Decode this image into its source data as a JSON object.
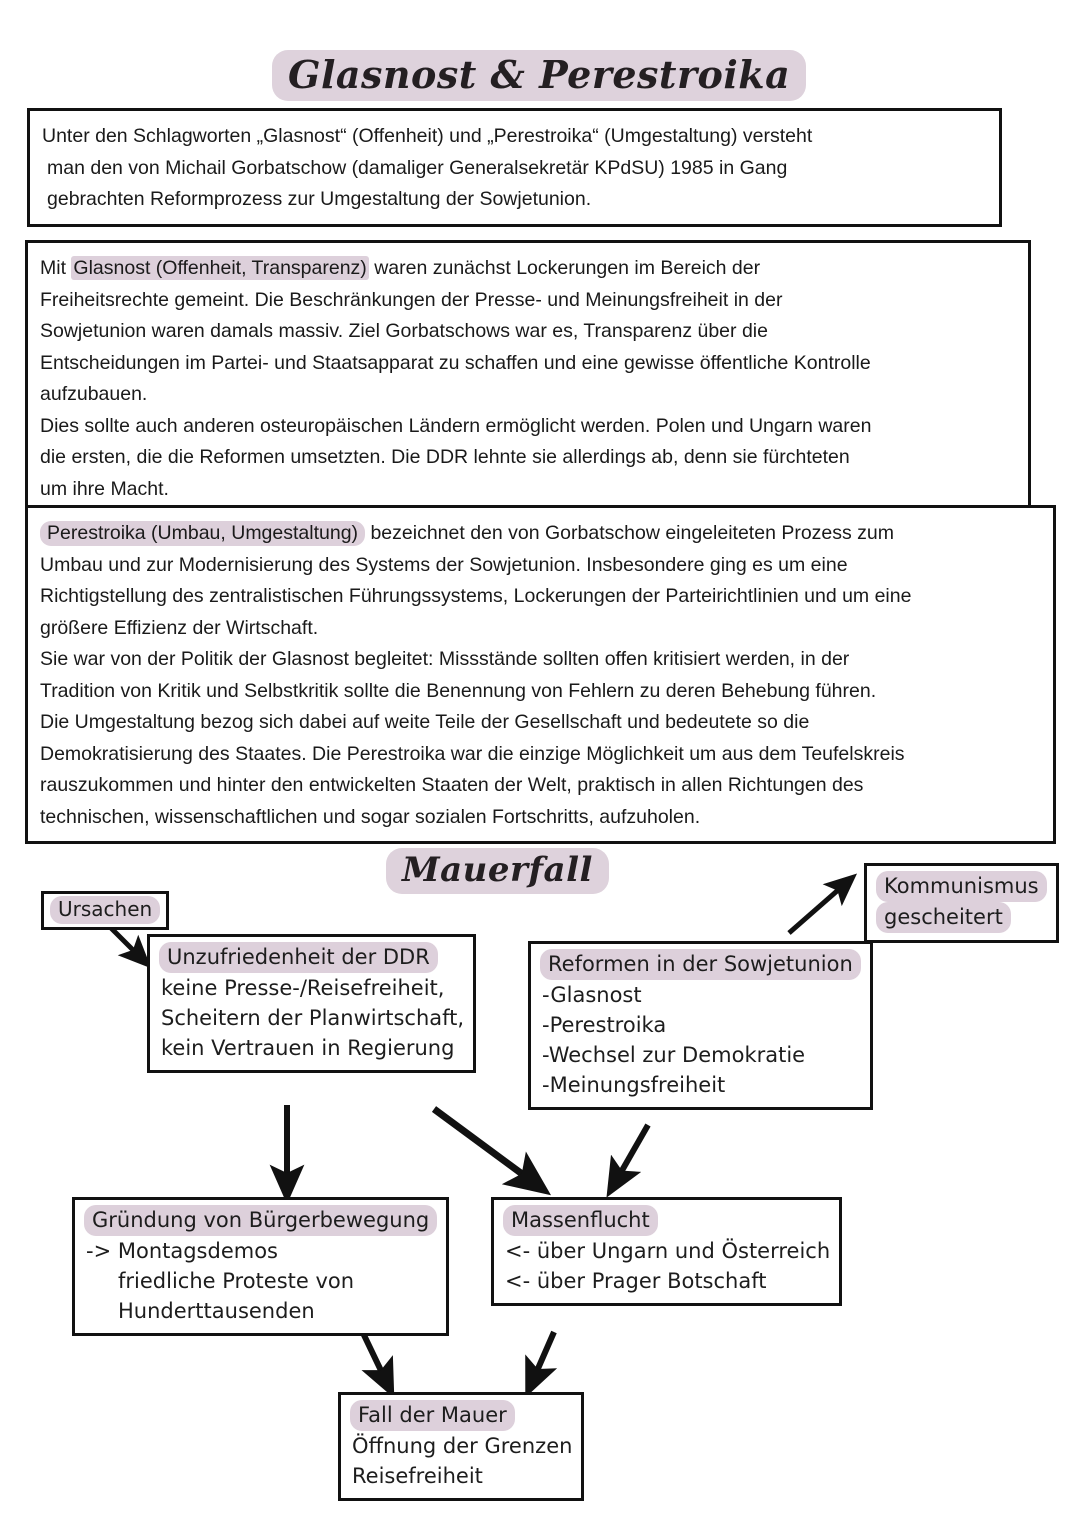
{
  "headings": {
    "main": "Glasnost & Perestroika",
    "mauerfall": "Mauerfall"
  },
  "colors": {
    "highlight": "#ddd0db",
    "border": "#111111",
    "text": "#1a1a1a",
    "background": "#ffffff"
  },
  "boxes": {
    "intro": {
      "lines": [
        "Unter den Schlagworten „Glasnost“ (Offenheit) und „Perestroika“ (Umgestaltung)  versteht",
        "man den von Michail Gorbatschow (damaliger Generalsekretär  KPdSU) 1985 in Gang",
        "gebrachten Reformprozess zur Umgestaltung der Sowjetunion."
      ]
    },
    "glasnost": {
      "highlight_term": "Glasnost (Offenheit, Transparenz)",
      "line1_rest": " waren zunächst Lockerungen im Bereich der",
      "lines": [
        "Freiheitsrechte gemeint. Die Beschränkungen der Presse- und Meinungsfreiheit in der",
        "Sowjetunion waren damals massiv. Ziel Gorbatschows war es, Transparenz über die",
        "Entscheidungen im Partei- und Staatsapparat zu schaffen und eine gewisse öffentliche Kontrolle",
        "aufzubauen.",
        "Dies sollte auch anderen osteuropäischen Ländern ermöglicht werden. Polen und Ungarn waren",
        "die ersten, die die Reformen umsetzten. Die DDR lehnte sie allerdings ab, denn sie fürchteten",
        "um ihre Macht."
      ],
      "line1_prefix": "Mit "
    },
    "perestroika": {
      "highlight_term": "Perestroika (Umbau, Umgestaltung)",
      "line1_rest": " bezeichnet den von Gorbatschow eingeleiteten Prozess zum",
      "lines": [
        "Umbau und zur Modernisierung des Systems der Sowjetunion. Insbesondere ging es um eine",
        "Richtigstellung des zentralistischen Führungssystems, Lockerungen der Parteirichtlinien und um eine",
        "größere Effizienz der Wirtschaft.",
        "Sie war von der Politik der Glasnost begleitet: Missstände sollten offen kritisiert werden, in der",
        "Tradition von Kritik und Selbstkritik sollte die Benennung von Fehlern zu deren Behebung führen.",
        "Die Umgestaltung bezog sich dabei auf weite Teile der Gesellschaft und bedeutete so die",
        "Demokratisierung des Staates. Die Perestroika war die einzige Möglichkeit um aus dem Teufelskreis",
        "rauszukommen und hinter den entwickelten Staaten der Welt, praktisch in allen Richtungen des",
        "technischen, wissenschaftlichen und sogar sozialen Fortschritts, aufzuholen."
      ]
    }
  },
  "diagram": {
    "nodes": {
      "ursachen": {
        "title": "Ursachen"
      },
      "unzufriedenheit": {
        "title": "Unzufriedenheit der DDR",
        "items": [
          "keine Presse-/Reisefreiheit,",
          "Scheitern der Planwirtschaft,",
          "kein Vertrauen in Regierung"
        ]
      },
      "reformen": {
        "title": "Reformen in der Sowjetunion",
        "items": [
          "-Glasnost",
          "-Perestroika",
          "-Wechsel zur Demokratie",
          "-Meinungsfreiheit"
        ]
      },
      "kommunismus": {
        "title_line1": "Kommunismus",
        "title_line2": "gescheitert"
      },
      "buergerbewegung": {
        "title": "Gründung von Bürgerbewegung",
        "items": [
          "-> Montagsdemos",
          "friedliche Proteste von",
          "Hunderttausenden"
        ]
      },
      "massenflucht": {
        "title": "Massenflucht",
        "items": [
          "<- über Ungarn und Österreich",
          "<- über Prager Botschaft"
        ]
      },
      "fallmauer": {
        "title": "Fall der Mauer",
        "items": [
          "Öffnung der Grenzen",
          "Reisefreiheit"
        ]
      }
    },
    "arrows": [
      {
        "name": "ursachen-to-unzufriedenheit",
        "from": "ursachen",
        "to": "unzufriedenheit"
      },
      {
        "name": "reformen-to-kommunismus",
        "from": "reformen",
        "to": "kommunismus"
      },
      {
        "name": "unzufriedenheit-to-buergerbewegung",
        "from": "unzufriedenheit",
        "to": "buergerbewegung"
      },
      {
        "name": "unzufriedenheit-to-massenflucht",
        "from": "unzufriedenheit",
        "to": "massenflucht"
      },
      {
        "name": "reformen-to-massenflucht",
        "from": "reformen",
        "to": "massenflucht"
      },
      {
        "name": "buergerbewegung-to-fallmauer",
        "from": "buergerbewegung",
        "to": "fallmauer"
      },
      {
        "name": "massenflucht-to-fallmauer",
        "from": "massenflucht",
        "to": "fallmauer"
      }
    ]
  }
}
